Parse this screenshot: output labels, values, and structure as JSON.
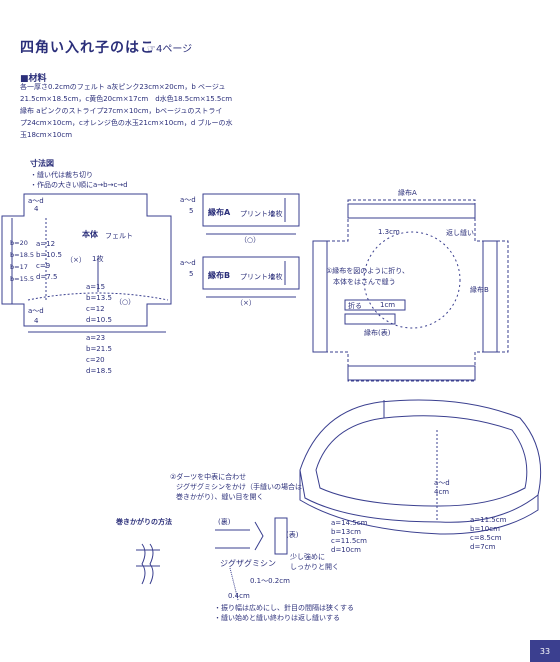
{
  "header": {
    "title": "四角い入れ子のはこ",
    "page_ref": "☞4ページ"
  },
  "materials": {
    "heading": "■材料",
    "lines": [
      "各一厚さ0.2cmのフェルト a灰ピンク23cm×20cm，b ベージュ",
      "21.5cm×18.5cm，c黄色20cm×17cm　d水色18.5cm×15.5cm",
      "縁布 aピンクのストライプ27cm×10cm，bベージュのストライ",
      "プ24cm×10cm，cオレンジ色の水玉21cm×10cm，d ブルーの水",
      "玉18cm×10cm"
    ]
  },
  "dimension_diagram": {
    "heading": "寸法図",
    "notes": [
      "・縫い代は裁ち切り",
      "・作品の大きい順にa→b→c→d"
    ],
    "corner_label": "a〜d",
    "corner_size": "4",
    "body_label": "本体",
    "body_material": "フェルト",
    "count": "1枚",
    "x_mark": "（×）",
    "o_mark": "（○）",
    "left_heights": [
      "b=20",
      "b=18.5",
      "b=17",
      "b=15.5"
    ],
    "x_values": [
      "a=12",
      "b=10.5",
      "c=9",
      "d=7.5"
    ],
    "o_values": [
      "a=15",
      "b=13.5",
      "c=12",
      "d=10.5"
    ],
    "width_values": [
      "a=23",
      "b=21.5",
      "c=20",
      "d=18.5"
    ]
  },
  "binding_strips": {
    "a": {
      "label": "縁布A",
      "material": "プリント地",
      "count": "2枚",
      "width": "5",
      "side_label": "a〜d",
      "length_mark": "（○）"
    },
    "b": {
      "label": "縁布B",
      "material": "プリント地",
      "count": "2枚",
      "width": "5",
      "side_label": "a〜d",
      "length_mark": "（×）"
    }
  },
  "assembly": {
    "strip_a": "縁布A",
    "strip_b": "縁布B",
    "seam": "1.3cm",
    "backstitch": "返し縫い",
    "step1": [
      "①縁布を図のように折り、",
      "本体をはさんで縫う"
    ],
    "fold": "折る",
    "fold_size": "1cm",
    "face": "縁布(表)"
  },
  "stitch": {
    "whip_title": "巻きかがりの方法",
    "step2": [
      "②ダーツを中表に合わせ",
      "ジグザグミシンをかけ（手縫いの場合は",
      "巻きかがり）、縫い目を開く"
    ],
    "back": "(裏)",
    "front": "(表)",
    "zigzag": "ジグザグミシン",
    "pull": [
      "少し強めに",
      "しっかりと開く"
    ],
    "zigzag_range": "0.1〜0.2cm",
    "zigzag_width": "0.4cm",
    "tips": [
      "・振り幅は広めにし、針目の間隔は狭くする",
      "・縫い始めと縫い終わりは返し縫いする"
    ]
  },
  "box": {
    "corner_label": "a〜d",
    "corner_size": "4cm",
    "left_values": [
      "a=14.5cm",
      "b=13cm",
      "c=11.5cm",
      "d=10cm"
    ],
    "right_values": [
      "a=11.5cm",
      "b=10cm",
      "c=8.5cm",
      "d=7cm"
    ]
  },
  "page_number": "33"
}
